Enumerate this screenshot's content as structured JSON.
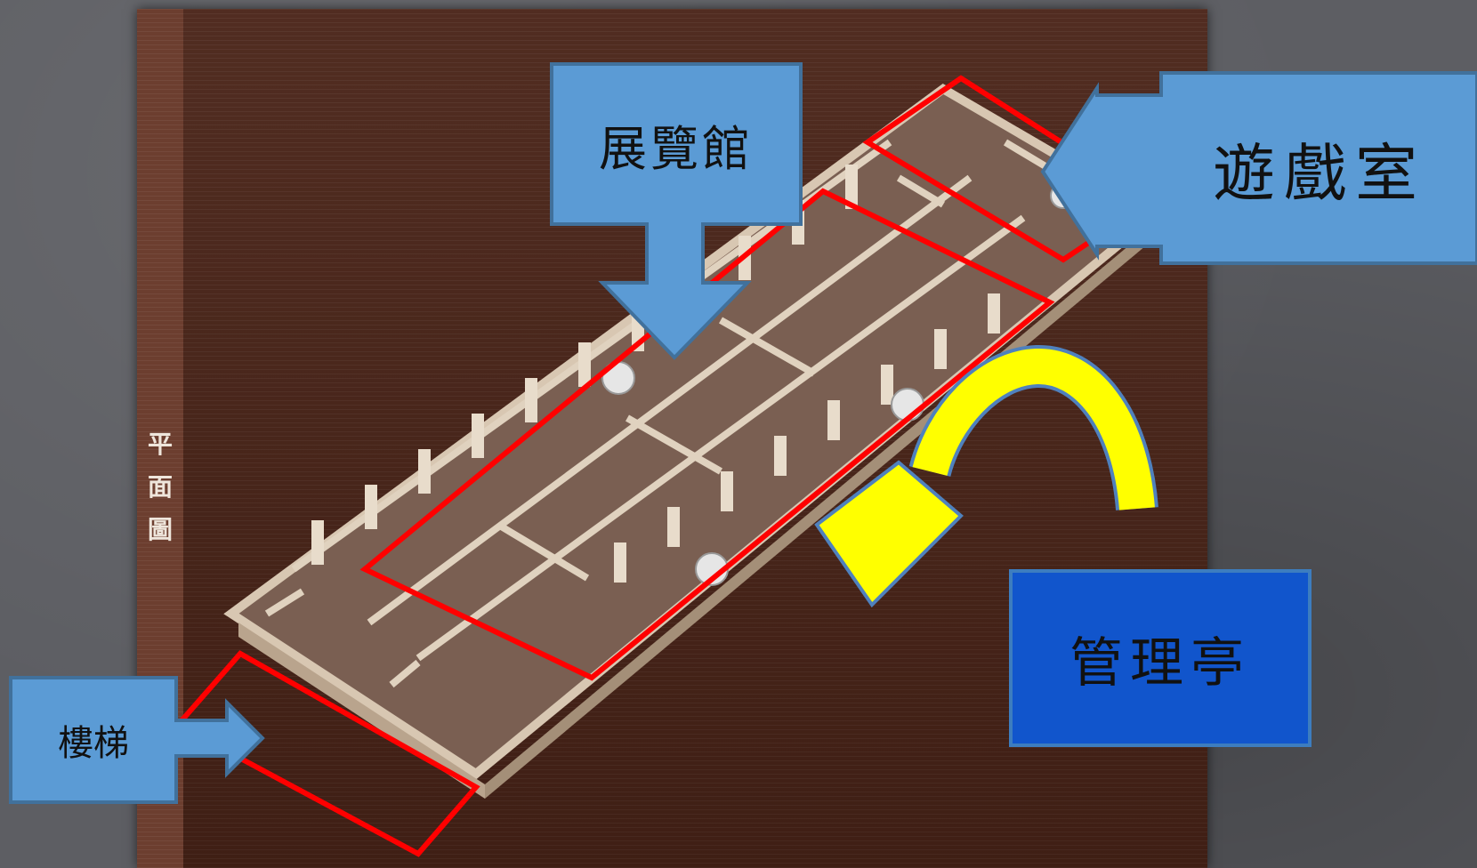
{
  "labels": {
    "side_title": "平面圖",
    "exhibition_hall": "展覽館",
    "game_room": "遊戲室",
    "management_pavilion": "管理亭",
    "stairs": "樓梯"
  },
  "colors": {
    "callout_blue": "#5b9bd5",
    "callout_dark_blue": "#1155cc",
    "highlight_red": "#ff0000",
    "arrow_yellow": "#ffff00",
    "board_brown": "#4a2418"
  }
}
